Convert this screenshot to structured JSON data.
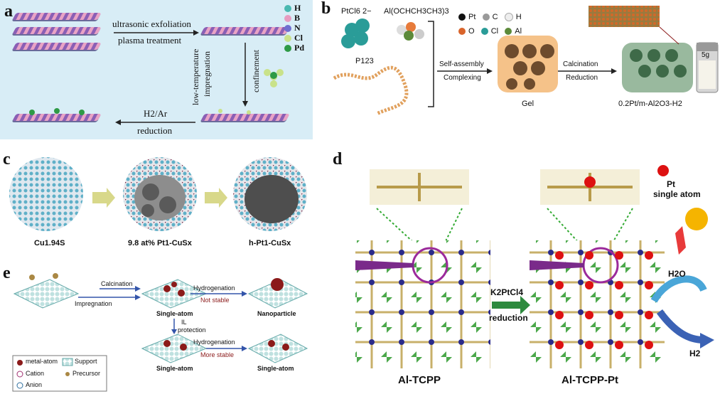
{
  "panel_a": {
    "label": "a",
    "step1_line1": "ultrasonic exfoliation",
    "step1_line2": "plasma treatment",
    "step2_line1": "low-temperature",
    "step2_line2": "impregnation",
    "step2_line3": "confinement",
    "step3_line1": "H2/Ar",
    "step3_line2": "reduction",
    "legend": [
      {
        "symbol": "H",
        "color": "#49b8b0"
      },
      {
        "symbol": "B",
        "color": "#e79bc0"
      },
      {
        "symbol": "N",
        "color": "#6f6fd0"
      },
      {
        "symbol": "Cl",
        "color": "#c9e28a"
      },
      {
        "symbol": "Pd",
        "color": "#2e9a46"
      }
    ]
  },
  "panel_b": {
    "label": "b",
    "precursor1": "PtCl6 2−",
    "precursor2": "Al(OCHCH3CH3)3",
    "polymer": "P123",
    "legend": [
      {
        "symbol": "Pt",
        "color": "#111111"
      },
      {
        "symbol": "C",
        "color": "#9a9a9a"
      },
      {
        "symbol": "H",
        "color": "#eeeeee"
      },
      {
        "symbol": "O",
        "color": "#d9642b"
      },
      {
        "symbol": "Cl",
        "color": "#2a9c98"
      },
      {
        "symbol": "Al",
        "color": "#5c8a3a"
      }
    ],
    "arrow1_top": "Self-assembly",
    "arrow1_bottom": "Complexing",
    "arrow2_top": "Calcination",
    "arrow2_bottom": "Reduction",
    "gel_label": "Gel",
    "product_label": "0.2Pt/m-Al2O3-H2",
    "vial_label": "5g"
  },
  "panel_c": {
    "label": "c",
    "items": [
      "Cu1.94S",
      "9.8 at% Pt1-CuSx",
      "h-Pt1-CuSx"
    ]
  },
  "panel_d": {
    "label": "d",
    "legend_line1": "Pt",
    "legend_line2": "single atom",
    "arrow_top": "K2PtCl4",
    "arrow_bottom": "reduction",
    "water": "H2O",
    "hydrogen": "H2",
    "left_label": "Al-TCPP",
    "right_label": "Al-TCPP-Pt"
  },
  "panel_e": {
    "label": "e",
    "calcination": "Calcination",
    "impregnation": "Impregnation",
    "single_atom_1": "Single-atom",
    "hydrogenation_1": "Hydrogenation",
    "not_stable": "Not stable",
    "nanoparticle": "Nanoparticle",
    "il_line1": "IL",
    "il_line2": "protection",
    "hydrogenation_2": "Hydrogenation",
    "more_stable": "More stable",
    "single_atom_2": "Single-atom",
    "single_atom_3": "Single-atom",
    "legend": [
      "metal-atom",
      "Support",
      "Cation",
      "Precursor",
      "Anion"
    ]
  }
}
